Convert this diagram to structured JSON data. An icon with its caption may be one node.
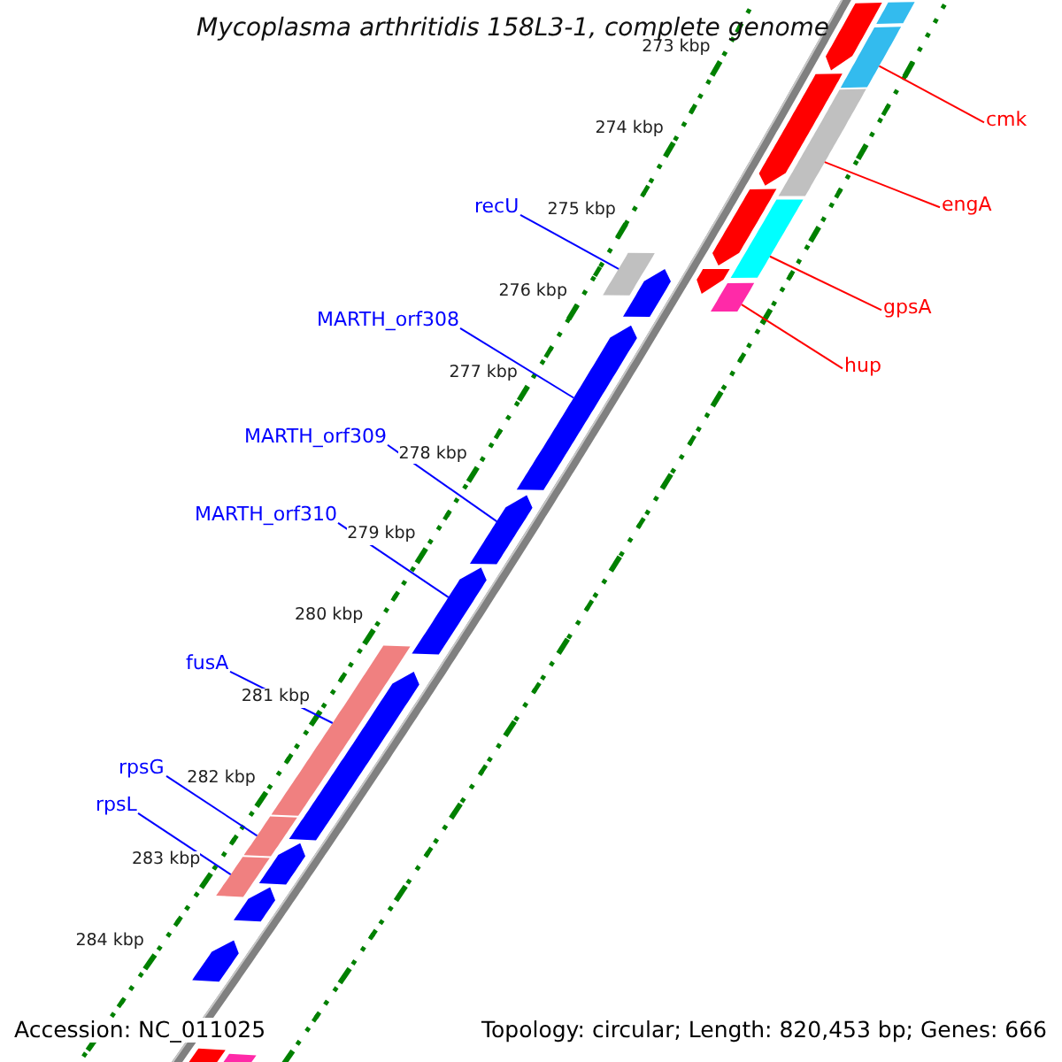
{
  "diagram": {
    "title": "Mycoplasma arthritidis 158L3-1, complete genome",
    "nodes": [
      {
        "text": [
          "cmk"
        ]
      },
      {
        "text": [
          "engA"
        ]
      },
      {
        "text": [
          "recU"
        ]
      },
      {
        "text": [
          "gpsA"
        ]
      },
      {
        "text": [
          "MARTH_orf308"
        ]
      },
      {
        "text": [
          "hup"
        ]
      },
      {
        "text": [
          "MARTH_orf309"
        ]
      },
      {
        "text": [
          "MARTH_orf310"
        ]
      },
      {
        "text": [
          "fusA"
        ]
      },
      {
        "text": [
          "rpsG"
        ]
      },
      {
        "text": [
          "rpsL"
        ]
      },
      {
        "text": [],
        "shape": "bar"
      },
      {
        "text": [],
        "shape": "bar"
      },
      {
        "text": [],
        "shape": "bar"
      },
      {
        "text": [],
        "shape": "bar"
      },
      {
        "text": [],
        "shape": "arrow"
      },
      {
        "text": [],
        "shape": "bar"
      },
      {
        "text": [],
        "shape": "arrow"
      },
      {
        "text": [],
        "shape": "arrow"
      },
      {
        "text": [],
        "shape": "bar"
      },
      {
        "text": [],
        "shape": "bar"
      },
      {
        "text": [],
        "shape": "bar"
      },
      {
        "text": [],
        "shape": "arrow"
      },
      {
        "text": [],
        "shape": "arrow"
      },
      {
        "text": [],
        "shape": "arrow"
      },
      {
        "text": [],
        "shape": "arrow"
      },
      {
        "text": [],
        "shape": "bar"
      },
      {
        "text": [],
        "shape": "arrow"
      },
      {
        "text": [],
        "shape": "arrow"
      },
      {
        "text": [],
        "shape": "arrow"
      },
      {
        "text": [],
        "shape": "arrow"
      },
      {
        "text": [],
        "shape": "arrow"
      },
      {
        "text": [],
        "shape": "bar"
      },
      {
        "text": [],
        "shape": "bar"
      }
    ],
    "edges": [
      {
        "from": 0,
        "to": 11,
        "arrow": "none",
        "color": "#ff0000"
      },
      {
        "from": 1,
        "to": 12,
        "arrow": "none",
        "color": "#ff0000"
      },
      {
        "from": 2,
        "to": 13,
        "arrow": "none"
      },
      {
        "from": 3,
        "to": 14,
        "arrow": "none",
        "color": "#ff0000"
      },
      {
        "from": 4,
        "to": 15,
        "arrow": "none"
      },
      {
        "from": 5,
        "to": 16,
        "arrow": "none",
        "color": "#ff0000"
      },
      {
        "from": 6,
        "to": 17,
        "arrow": "none"
      },
      {
        "from": 7,
        "to": 18,
        "arrow": "none"
      },
      {
        "from": 8,
        "to": 19,
        "arrow": "none"
      },
      {
        "from": 9,
        "to": 20,
        "arrow": "none"
      },
      {
        "from": 10,
        "to": 21,
        "arrow": "none"
      }
    ],
    "labels": [
      "273 kbp",
      "274 kbp",
      "275 kbp",
      "276 kbp",
      "277 kbp",
      "278 kbp",
      "279 kbp",
      "280 kbp",
      "281 kbp",
      "282 kbp",
      "283 kbp",
      "284 kbp",
      "Accession: NC_011025",
      "Topology: circular; Length: 820,453 bp; Genes: 666"
    ]
  }
}
